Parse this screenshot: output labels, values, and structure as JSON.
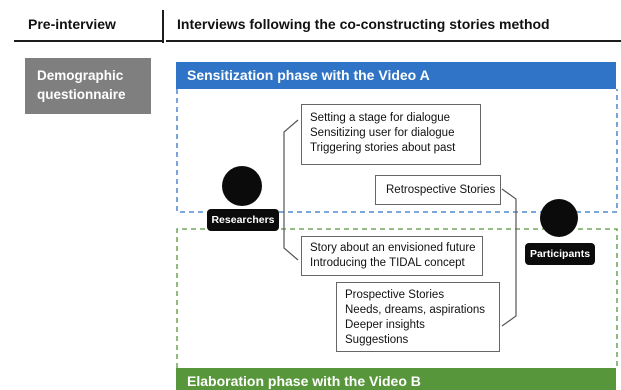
{
  "header": {
    "pre_interview": "Pre-interview",
    "interviews": "Interviews following the co-constructing stories method"
  },
  "demographic": {
    "lines": [
      "Demographic",
      "questionnaire"
    ]
  },
  "phases": {
    "sensitization": {
      "label": "Sensitization phase with the Video A",
      "color": "#2f74c6",
      "boundary_color": "#2f74c6",
      "boundary_style": "dashed"
    },
    "elaboration": {
      "label": "Elaboration phase with the Video B",
      "color": "#57963b",
      "boundary_color": "#57963b",
      "boundary_style": "dashed"
    }
  },
  "actors": {
    "researchers": "Researchers",
    "participants": "Participants"
  },
  "boxes": {
    "setting": [
      "Setting a stage for dialogue",
      "Sensitizing user for dialogue",
      "Triggering stories about past"
    ],
    "retrospective": [
      "Retrospective Stories"
    ],
    "future": [
      "Story about an envisioned future",
      "Introducing the TIDAL concept"
    ],
    "prospective": [
      "Prospective Stories",
      "Needs, dreams, aspirations",
      "Deeper insights",
      "Suggestions"
    ]
  },
  "colors": {
    "demographic_box": "#7f7f7f",
    "actor_fill": "#0b0b0b"
  }
}
